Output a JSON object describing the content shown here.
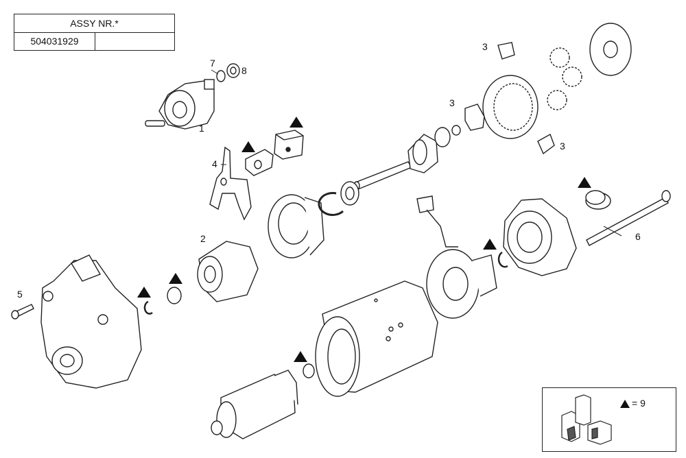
{
  "assy_table": {
    "header": "ASSY  NR.*",
    "number": "504031929"
  },
  "callouts": [
    "1",
    "2",
    "3",
    "3",
    "3",
    "4",
    "5",
    "6",
    "7",
    "8"
  ],
  "legend": {
    "symbol_name": "triangle-marker-icon",
    "text": "= 9"
  }
}
